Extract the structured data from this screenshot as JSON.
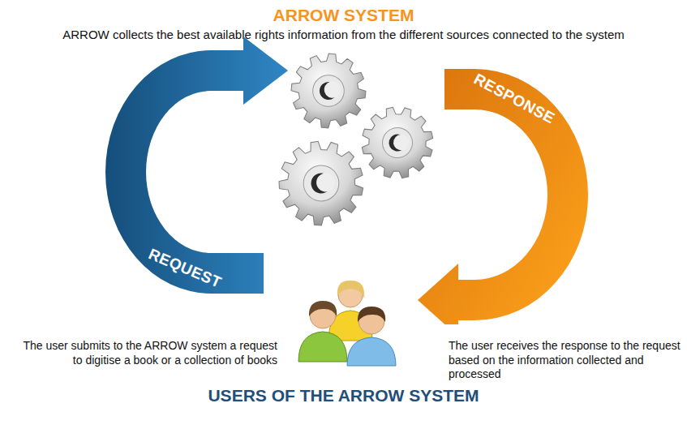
{
  "diagram": {
    "title": "ARROW SYSTEM",
    "nodes": [
      {
        "text": [
          "REQUEST"
        ]
      },
      {
        "text": [
          "RESPONSE"
        ]
      }
    ],
    "labels": [
      "ARROW collects the best available rights information from the different sources connected to the system",
      "The user submits to the ARROW system a request to digitise a book or a collection of books",
      "The user receives the response to the request based on the information collected and processed",
      "USERS OF THE ARROW SYSTEM"
    ]
  }
}
